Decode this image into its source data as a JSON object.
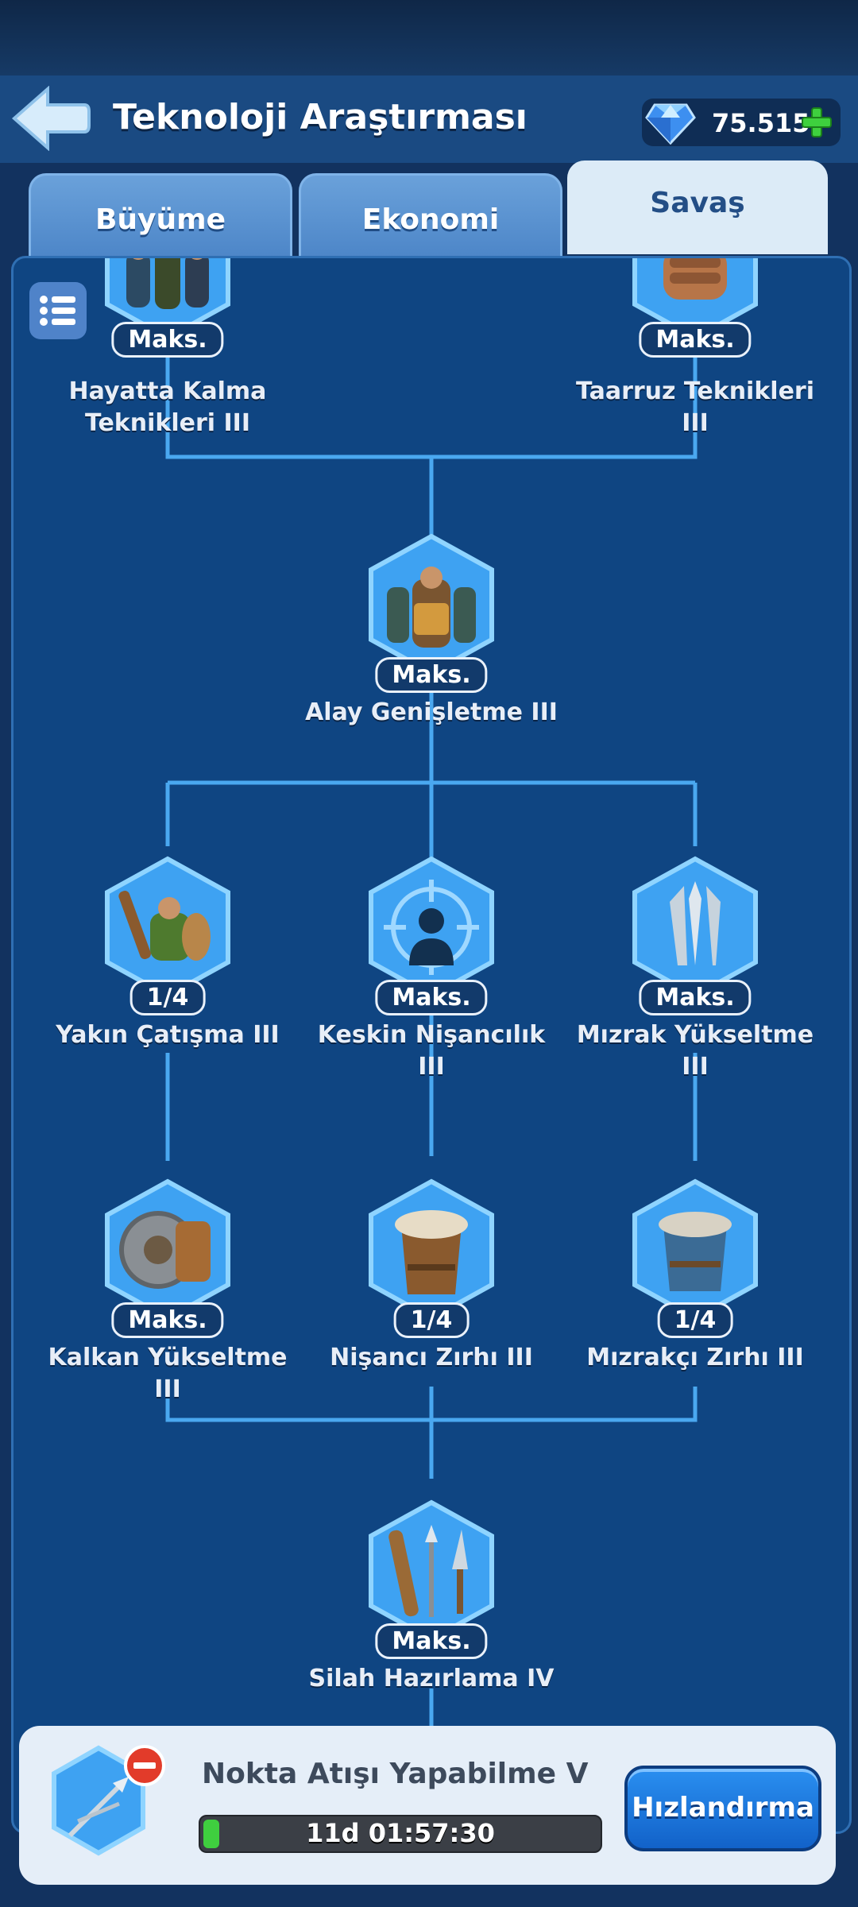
{
  "header": {
    "title": "Teknoloji Araştırması",
    "gems": "75.515"
  },
  "tabs": [
    {
      "label": "Büyüme",
      "active": false
    },
    {
      "label": "Ekonomi",
      "active": false
    },
    {
      "label": "Savaş",
      "active": true
    }
  ],
  "tree": {
    "nodes": [
      {
        "id": "hayatta-kalma",
        "title": "Hayatta Kalma Teknikleri III",
        "line1": "Hayatta Kalma",
        "line2": "Teknikleri III",
        "level": "Maks."
      },
      {
        "id": "taarruz",
        "title": "Taarruz Teknikleri III",
        "line1": "Taarruz Teknikleri",
        "line2": "III",
        "level": "Maks."
      },
      {
        "id": "alay",
        "title": "Alay Genişletme III",
        "line1": "Alay Genişletme III",
        "line2": "",
        "level": "Maks."
      },
      {
        "id": "yakin",
        "title": "Yakın Çatışma III",
        "line1": "Yakın Çatışma III",
        "line2": "",
        "level": "1/4"
      },
      {
        "id": "keskin",
        "title": "Keskin Nişancılık III",
        "line1": "Keskin Nişancılık III",
        "line2": "",
        "level": "Maks."
      },
      {
        "id": "mizrak",
        "title": "Mızrak Yükseltme III",
        "line1": "Mızrak Yükseltme",
        "line2": "III",
        "level": "Maks."
      },
      {
        "id": "kalkan",
        "title": "Kalkan Yükseltme III",
        "line1": "Kalkan Yükseltme",
        "line2": "III",
        "level": "Maks."
      },
      {
        "id": "nisanci-zirhi",
        "title": "Nişancı Zırhı III",
        "line1": "Nişancı Zırhı III",
        "line2": "",
        "level": "1/4"
      },
      {
        "id": "mizrakci-zirhi",
        "title": "Mızrakçı Zırhı III",
        "line1": "Mızrakçı Zırhı III",
        "line2": "",
        "level": "1/4"
      },
      {
        "id": "silah",
        "title": "Silah Hazırlama IV",
        "line1": "Silah Hazırlama IV",
        "line2": "",
        "level": "Maks."
      }
    ]
  },
  "research": {
    "name": "Nokta Atışı Yapabilme V",
    "timer": "11d 01:57:30",
    "progress": 0.03,
    "button": "Hızlandırma"
  },
  "colors": {
    "background": "#12325f",
    "panel": "#0f4582",
    "connector": "#4aa8f0",
    "hex_fill": "#3ea2f2",
    "progress": "#3fcf3f"
  }
}
